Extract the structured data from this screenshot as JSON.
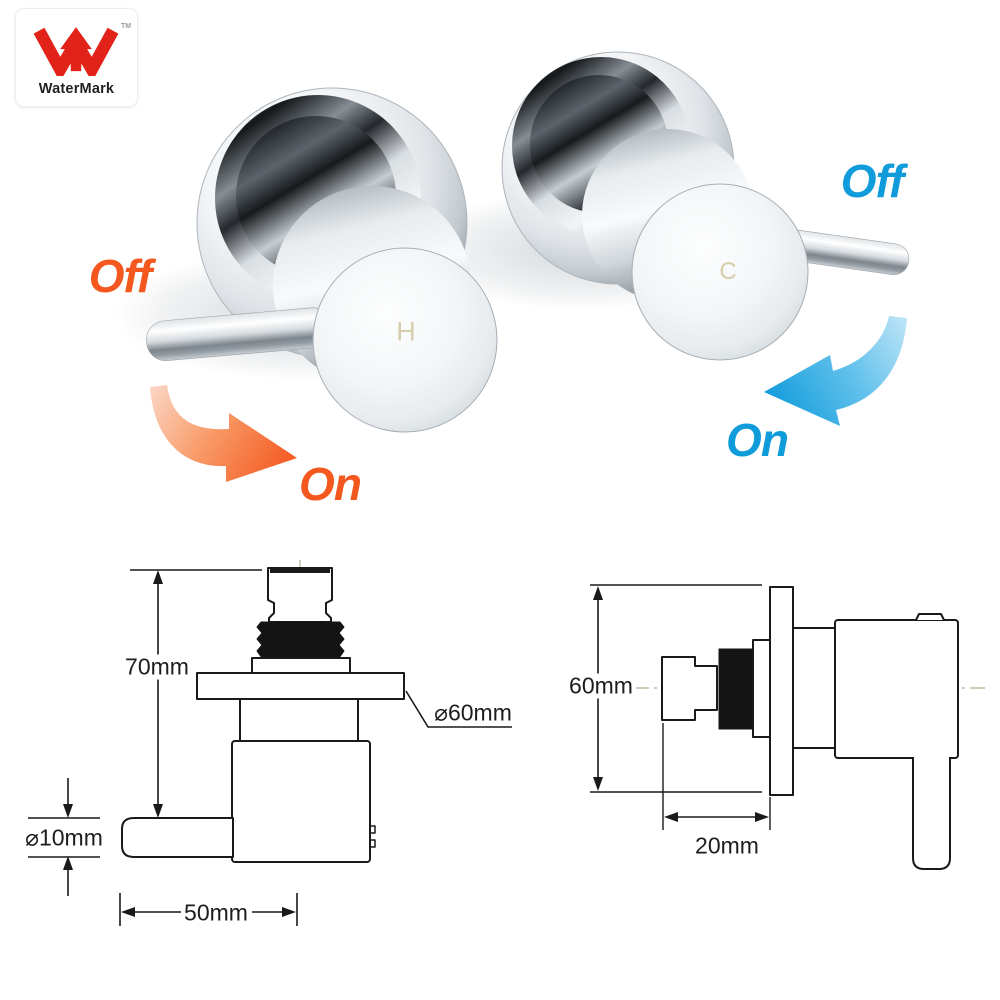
{
  "certification": {
    "name": "WaterMark",
    "trademark": "TM",
    "brand_red": "#e2231a"
  },
  "product_photo": {
    "hot_tap": {
      "handle_letter": "H",
      "off_label": "Off",
      "on_label": "On",
      "accent_color": "#f4581f",
      "letter_color": "#d8cdab"
    },
    "cold_tap": {
      "handle_letter": "C",
      "off_label": "Off",
      "on_label": "On",
      "accent_color": "#109bdb",
      "letter_color": "#d8cdab"
    }
  },
  "diagrams": {
    "front_view": {
      "height": "70mm",
      "plate_diameter": "⌀60mm",
      "handle_diameter": "⌀10mm",
      "handle_length": "50mm"
    },
    "side_view": {
      "height": "60mm",
      "wall_depth": "20mm"
    }
  }
}
